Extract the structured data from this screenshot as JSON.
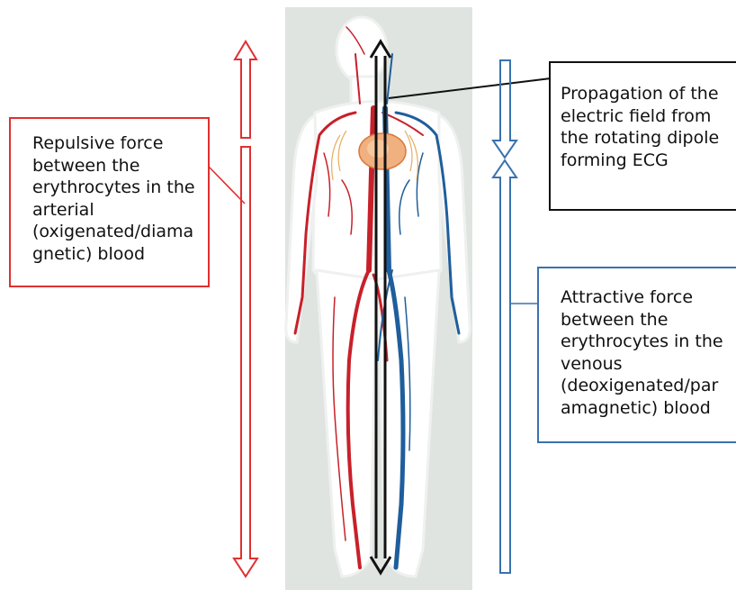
{
  "labels": {
    "repulsive": [
      "Repulsive force",
      "between the",
      "erythrocytes in the",
      "arterial",
      "(oxigenated/diama",
      "gnetic)  blood"
    ],
    "ecg": [
      "Propagation of the",
      "electric field from",
      "the rotating dipole",
      "forming ECG"
    ],
    "attractive": [
      "Attractive force",
      "between the",
      "erythrocytes in the",
      "venous",
      "(deoxigenated/par",
      "amagnetic)  blood"
    ]
  },
  "colors": {
    "arterial": "#e03030",
    "venous": "#3a72b0",
    "axis": "#111111",
    "panel": "#dfe4e0"
  },
  "icons": {
    "figure": "human-circulatory-system",
    "arrows": "double-headed-arrow"
  }
}
